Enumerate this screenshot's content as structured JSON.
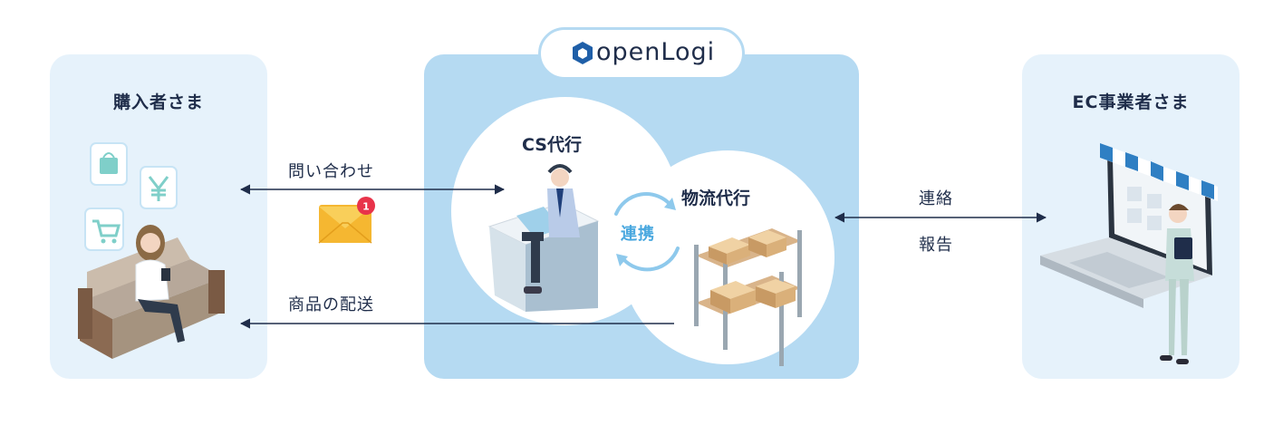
{
  "parties": {
    "buyer": {
      "title": "購入者さま"
    },
    "merchant": {
      "title": "EC事業者さま"
    }
  },
  "brand": {
    "logo_text": "openLogi"
  },
  "services": {
    "cs": {
      "title": "CS代行"
    },
    "logistics": {
      "title": "物流代行"
    },
    "link_label": "連携"
  },
  "flows": {
    "inquiry": "問い合わせ",
    "delivery": "商品の配送",
    "contact": "連絡",
    "report": "報告"
  },
  "notification": {
    "badge_count": "1"
  },
  "icons": {
    "logo": "hexagon-logo-icon",
    "mail": "envelope-icon",
    "cart": "cart-icon",
    "bag": "shopping-bag-icon",
    "yen": "yen-icon"
  },
  "colors": {
    "panel": "#e6f2fb",
    "center_panel": "#b5daf2",
    "text": "#1f2d4a",
    "arrow": "#1f2d4a",
    "accent": "#4aa8df",
    "badge": "#e8334a",
    "envelope": "#f5b731"
  }
}
